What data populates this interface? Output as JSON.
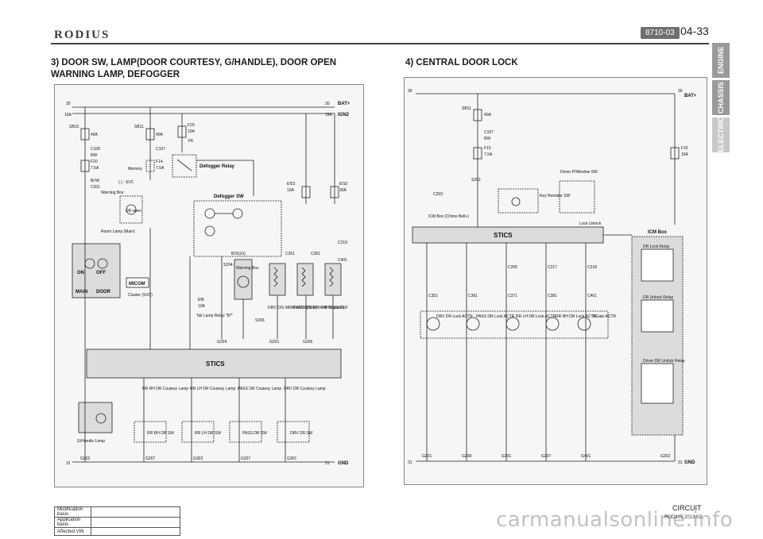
{
  "header": {
    "brand": "RODIUS",
    "doc_code": "8710-03",
    "page_number": "04-33"
  },
  "side_tabs": [
    "ENGINE",
    "CHASSIS",
    "ELECTRIC"
  ],
  "section1": {
    "title": "3) DOOR SW, LAMP(DOOR COURTESY, G/HANDLE), DOOR OPEN WARNING LAMP, DEFOGGER",
    "labels": {
      "rail30": "30",
      "rail15a": "15A",
      "bat": "BAT+",
      "ign": "IGN2",
      "gnd": "GND",
      "rail31": "31",
      "sb10": "SB10",
      "sb10_amp": "40A",
      "sb11": "SB11",
      "sb11_amp": "40A",
      "f29": "F29",
      "f29_amp": "10A",
      "f20": "F20",
      "f20_amp": "7.5A",
      "f14": "F14",
      "f14_amp": "7.5A",
      "c109": "C109",
      "c107": "C107",
      "c201": "C201",
      "rw": "RW",
      "brw": "Br/W",
      "yr": "YR",
      "svc": "( ) : SVC",
      "memory": "Memory",
      "defog_relay": "Defogger Relay",
      "defog_sw": "Defogger SW",
      "warning_box": "Warning Box",
      "dr_open": "DR open",
      "room_lamp": "Room Lamp (Main)",
      "on": "ON",
      "off": "OFF",
      "main": "MAIN",
      "door": "DOOR",
      "micom": "MICOM",
      "cluster": "Cluster (SVC)",
      "stics": "STICS",
      "tail_lamp": "Tail Lamp Relay \"87\"",
      "ef23": "Ef23",
      "ef23_amp": "10A",
      "ef10": "Ef10",
      "ef10_amp": "30A",
      "ef8": "Ef8",
      "ef8_amp": "10A",
      "s204": "S204",
      "s206": "S206",
      "c351": "C351",
      "c361": "C361",
      "c219": "C219",
      "c401": "C401",
      "warning_buzzer": "Warning Box",
      "b15": "B15(10)",
      "drv_os": "DRV O/S MIRR MTR (DEF)",
      "pass_os": "PASS O/S MIRR MTR (DEF)",
      "rr_glass": "RR Glass DEF",
      "rr_rh_lamp": "RR RH DR Coutesy Lamp",
      "rr_lh_lamp": "RR LH DR Coutesy Lamp",
      "pass_lamp": "PASS DR Coutesy Lamp",
      "drv_lamp": "DRV DR Coutesy Lamp",
      "rr_rh_sw": "RR RH DR SW",
      "rr_lh_sw": "RR LH DR SW",
      "pass_sw": "PASS DR SW",
      "drv_sw": "DRV DR SW",
      "ghandle": "G/Handle Lamp",
      "g202": "G202",
      "g207": "G207",
      "g303": "G303",
      "g301": "G301",
      "g204": "G204",
      "g201": "G201",
      "g206": "G206"
    }
  },
  "section2": {
    "title": "4) CENTRAL DOOR LOCK",
    "labels": {
      "rail30": "30",
      "bat": "BAT+",
      "gnd": "GND",
      "rail31": "31",
      "sb11": "SB11",
      "sb11_amp": "40A",
      "c107": "C107",
      "rw": "RW",
      "f15": "F15",
      "f15_amp": "7.5A",
      "f16": "F16",
      "f16_amp": "15A",
      "s202": "S202",
      "c203": "C203",
      "c351": "C351",
      "c361": "C361",
      "c371": "C371",
      "c381": "C381",
      "c205": "C205",
      "c217": "C217",
      "c218": "C218",
      "c401": "C401",
      "key_reminder": "Key Remider SW",
      "icm_chime": "ICM Box (Chime Bell+)",
      "driver_pw": "Driver P/Window SW",
      "stics": "STICS",
      "icm_box": "ICM Box",
      "dr_lock_relay": "DR Lock Relay",
      "dr_unlock_relay": "DR Unlock Relay",
      "driver_unlock_relay": "Driver DR Unlock Relay",
      "lock_unlock": "Lock Unlock",
      "drv_actr": "DRV DR Lock ACTR",
      "pass_actr": "PASS DR Lock ACTR",
      "rr_lh_actr": "RR LH DR Lock ACTR",
      "rr_rh_actr": "RR RH DR Lock ACTR",
      "tgate_actr": "T/Gate ACTR",
      "g201": "G201",
      "g208": "G208",
      "g301": "G301",
      "g207": "G207",
      "g401": "G401",
      "g202": "G202"
    }
  },
  "info_table": [
    {
      "key": "Modification basis",
      "value": ""
    },
    {
      "key": "Application basis",
      "value": ""
    },
    {
      "key": "Affected VIN",
      "value": ""
    }
  ],
  "footer": {
    "circuit": "CIRCUIT",
    "model": "RODIUS 2013.02",
    "watermark": "carmanualsonline.info"
  }
}
